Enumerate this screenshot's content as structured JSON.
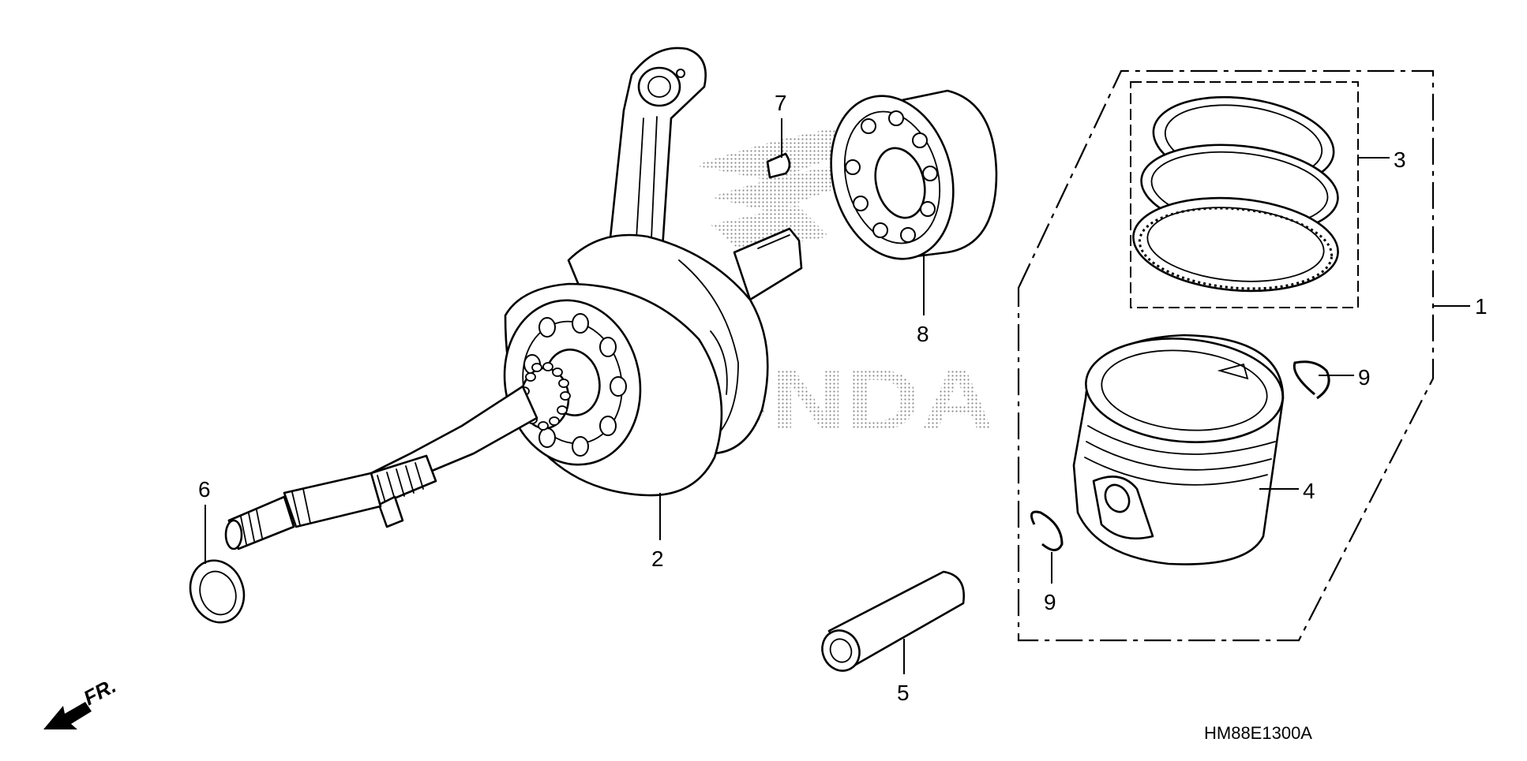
{
  "diagram": {
    "figure_code": "HM88E1300A",
    "watermark": "HONDA",
    "front_indicator": "FR.",
    "callouts": {
      "piston_set": "1",
      "crankshaft": "2",
      "piston_rings": "3",
      "piston": "4",
      "piston_pin": "5",
      "washer": "6",
      "woodruff_key": "7",
      "ball_bearing": "8",
      "pin_clip_right": "9",
      "pin_clip_left": "9"
    }
  }
}
